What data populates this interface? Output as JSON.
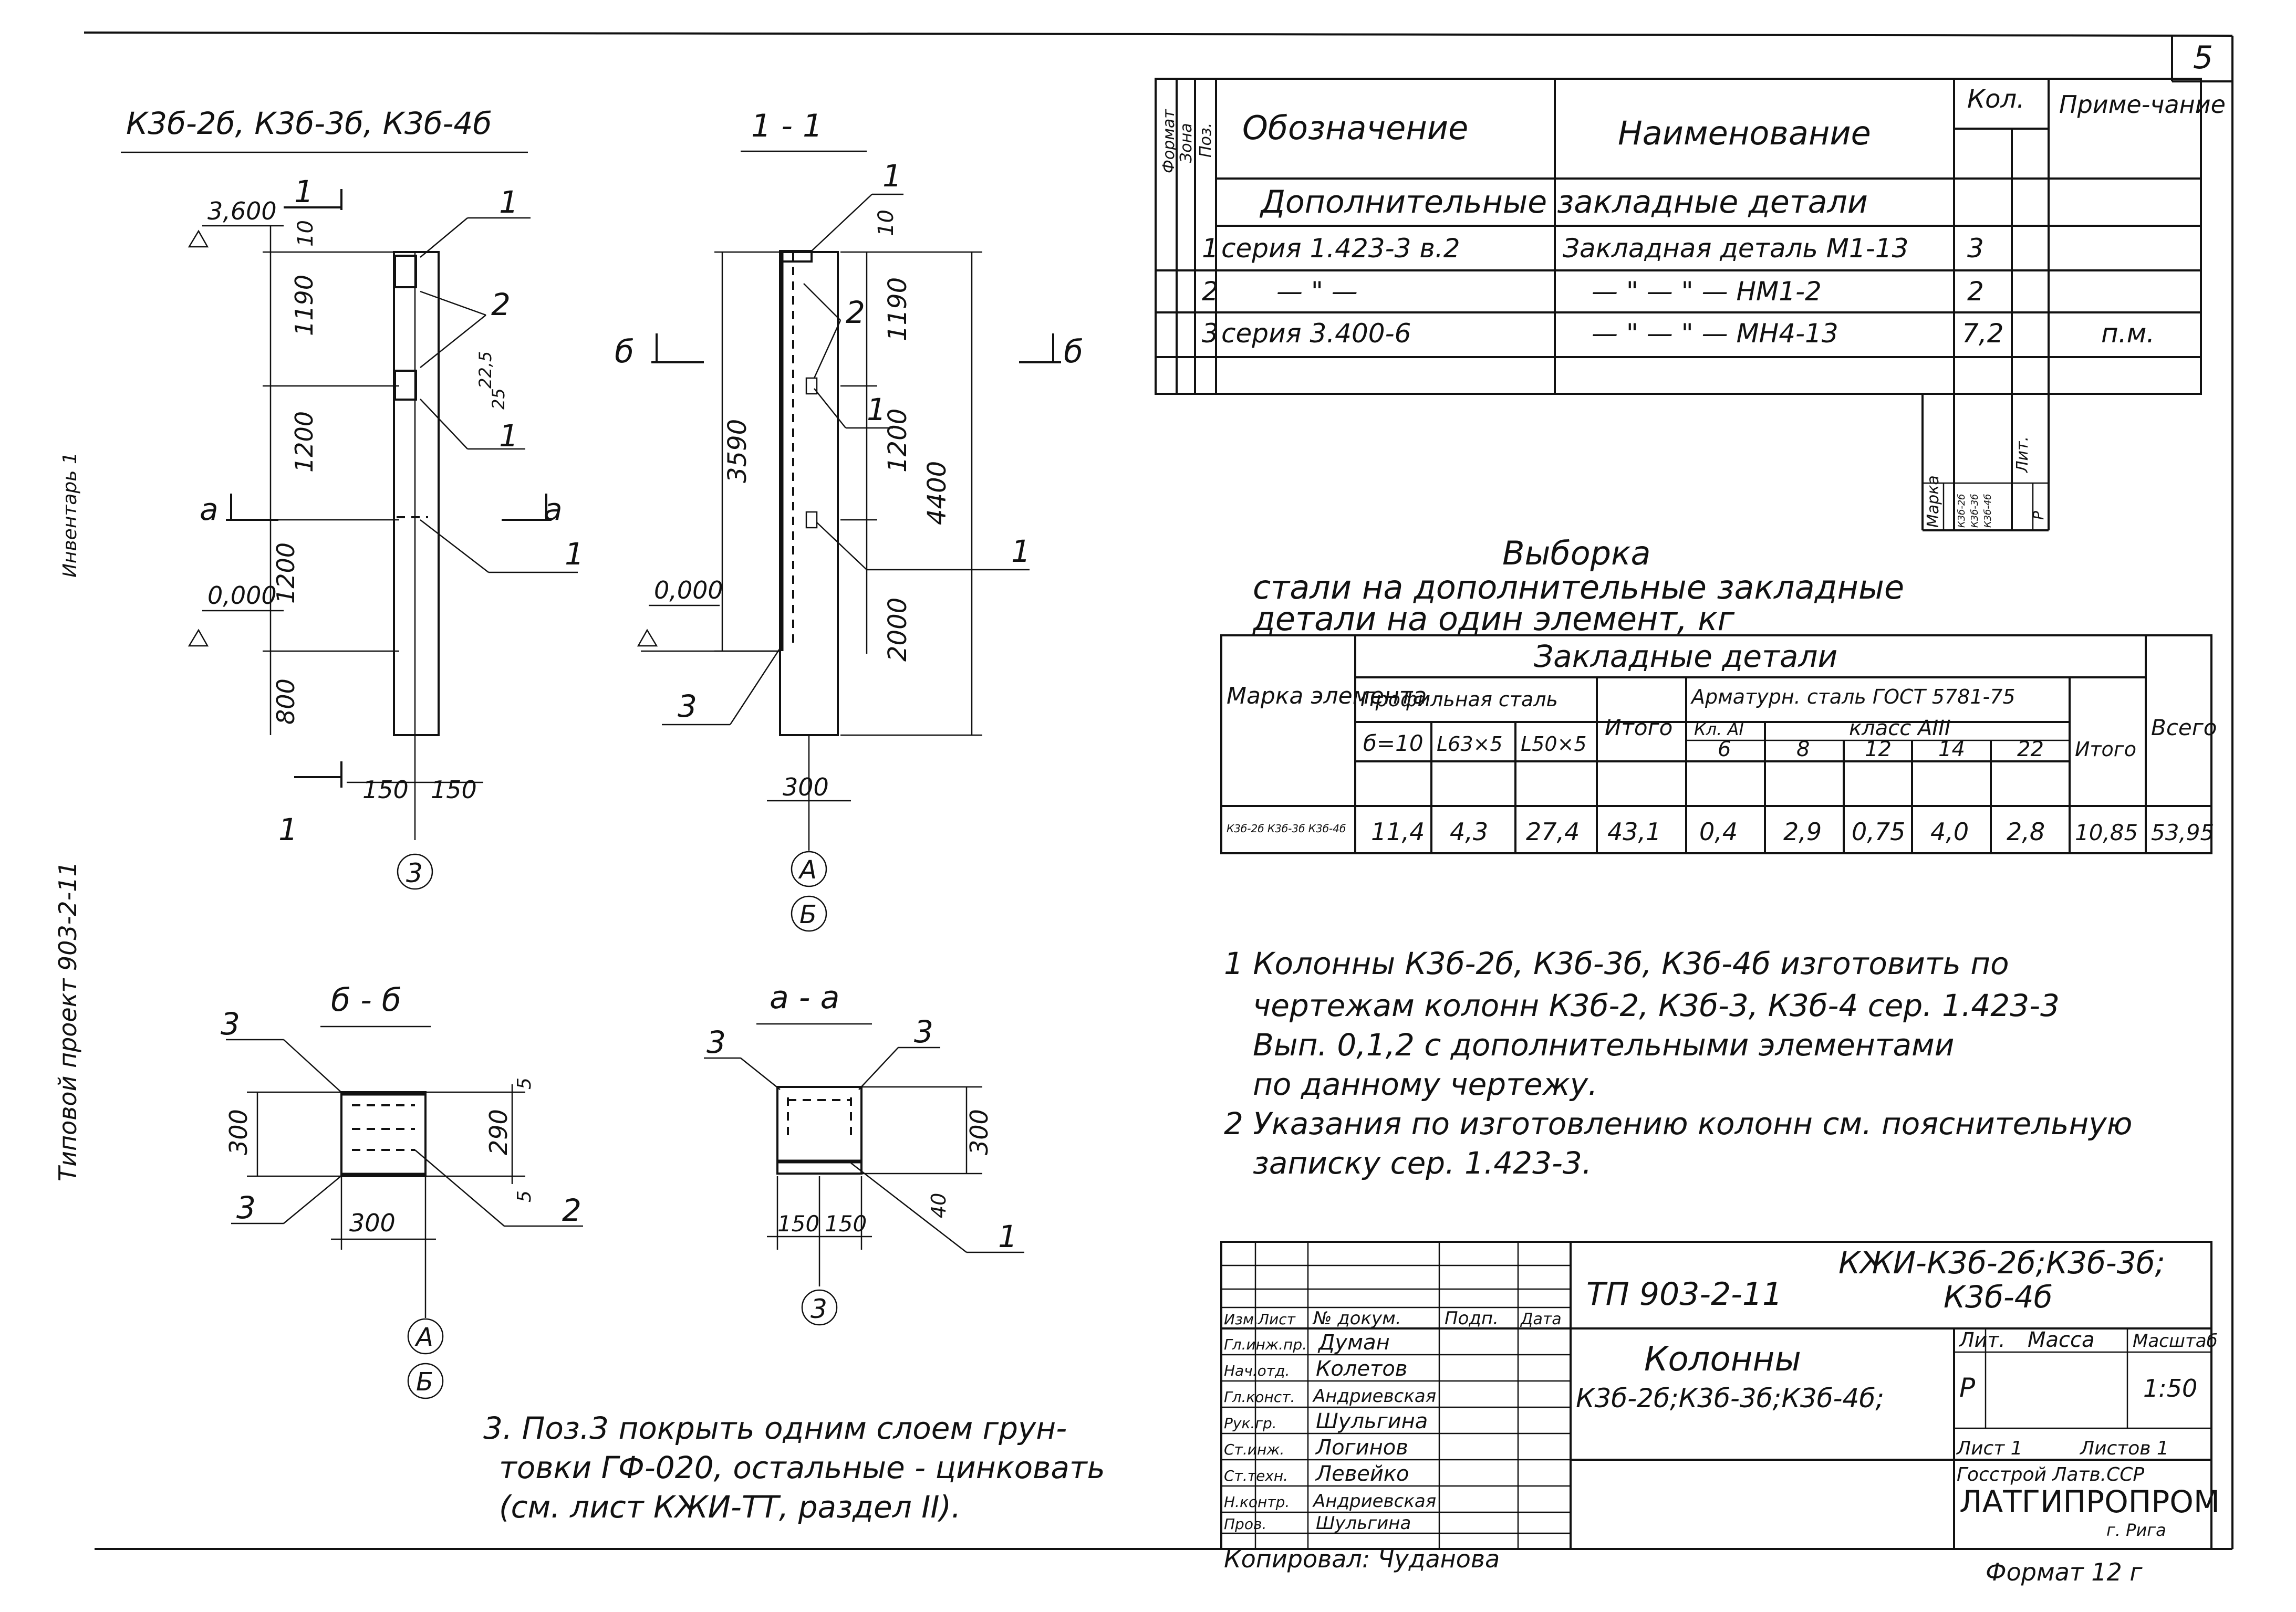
{
  "sheet_number": "5",
  "margin_texts": {
    "top": "Типовой проект 903-2-11",
    "bottom": "Копировал: Чуданова",
    "stamp_strip": "Инвентарь 1"
  },
  "views": {
    "elevation": {
      "title": "К3б-2б, К3б-3б, К3б-4б",
      "marks": [
        "3,600",
        "0,000"
      ],
      "dims": [
        "10",
        "1190",
        "1200",
        "1200",
        "800",
        "150",
        "150"
      ],
      "small_dims": [
        "22,5",
        "25"
      ],
      "callouts": [
        "1",
        "2",
        "1",
        "1"
      ],
      "section_marks": [
        "1",
        "1",
        "a",
        "a"
      ],
      "axis": "3"
    },
    "section_1_1": {
      "title": "1 - 1",
      "dims": [
        "10",
        "1190",
        "1200",
        "2000",
        "3590",
        "4400",
        "300"
      ],
      "marks": [
        "0,000"
      ],
      "callouts": [
        "1",
        "2",
        "1",
        "1",
        "3"
      ],
      "section_marks": [
        "б",
        "б"
      ],
      "axes": [
        "А",
        "Б"
      ]
    },
    "section_b_b": {
      "title": "б - б",
      "dims": [
        "300",
        "300",
        "290",
        "5",
        "5"
      ],
      "callouts": [
        "3",
        "3",
        "2"
      ],
      "axes": [
        "А",
        "Б"
      ]
    },
    "section_a_a": {
      "title": "а - а",
      "dims": [
        "300",
        "40",
        "150",
        "150"
      ],
      "callouts": [
        "3",
        "3",
        "1"
      ],
      "axis": "3"
    }
  },
  "spec_table": {
    "headers": {
      "format": "Формат",
      "zone": "Зона",
      "pos": "Поз.",
      "designation": "Обозначение",
      "name": "Наименование",
      "qty": "Кол.",
      "note": "Приме-чание"
    },
    "section_title": "Дополнительные закладные детали",
    "rows": [
      {
        "pos": "1",
        "designation": "серия 1.423-3 в.2",
        "name": "Закладная деталь М1-13",
        "qty": "3",
        "note": ""
      },
      {
        "pos": "2",
        "designation": "— \" —",
        "name": "— \" — \" — НМ1-2",
        "qty": "2",
        "note": ""
      },
      {
        "pos": "3",
        "designation": "серия 3.400-6",
        "name": "— \" — \" — МН4-13",
        "qty": "7,2",
        "note": "п.м."
      }
    ],
    "marks_block": {
      "label1": "Марка",
      "label2": "Лит.",
      "values": [
        "К3б-2б",
        "К3б-3б",
        "К3б-4б"
      ],
      "lit": "Р"
    }
  },
  "steel_sample": {
    "title_lines": [
      "Выборка",
      "стали на дополнительные закладные",
      "детали на один элемент, кг"
    ],
    "header": {
      "mark": "Марка элемента",
      "group": "Закладные детали",
      "profile_steel": "Профильная сталь",
      "profile_cols": [
        "б=10",
        "L63×5",
        "L50×5"
      ],
      "total_profile": "Итого",
      "rebar": "Арматурн. сталь ГОСТ 5781-75",
      "class_a1": "Кл. АI",
      "class_a3": "класс АIII",
      "diameters": [
        "6",
        "8",
        "12",
        "14",
        "22"
      ],
      "total_rebar": "Итого",
      "grand_total": "Всего"
    },
    "row": {
      "mark": "К3б-2б К3б-3б К3б-4б",
      "values": [
        "11,4",
        "4,3",
        "27,4",
        "43,1",
        "0,4",
        "2,9",
        "0,75",
        "4,0",
        "2,8",
        "10,85",
        "53,95"
      ]
    }
  },
  "notes": [
    "1 Колонны К3б-2б, К3б-3б, К3б-4б изготовить по",
    "чертежам колонн К3б-2, К3б-3, К3б-4 сер. 1.423-3",
    "Вып. 0,1,2 с дополнительными элементами",
    "по данному чертежу.",
    "2 Указания по изготовлению колонн см. пояснительную",
    "записку сер. 1.423-3."
  ],
  "note3": [
    "3. Поз.3 покрыть одним слоем грун-",
    "товки ГФ-020, остальные - цинковать",
    "(см. лист КЖИ-ТТ, раздел II)."
  ],
  "title_block": {
    "project": "ТП 903-2-11",
    "code": "КЖИ-К3б-2б;К3б-3б;",
    "code2": "К3б-4б",
    "title": "Колонны",
    "subtitle": "К3б-2б;К3б-3б;К3б-4б;",
    "cols_header": [
      "Изм.",
      "Лист",
      "№ докум.",
      "Подп.",
      "Дата"
    ],
    "staff": [
      {
        "role": "Гл.инж.пр.",
        "name": "Думан"
      },
      {
        "role": "Нач.отд.",
        "name": "Колетов"
      },
      {
        "role": "Гл.конст.",
        "name": "Андриевская"
      },
      {
        "role": "Рук.гр.",
        "name": "Шульгина"
      },
      {
        "role": "Ст.инж.",
        "name": "Логинов"
      },
      {
        "role": "Ст.техн.",
        "name": "Левейко"
      },
      {
        "role": "Н.контр.",
        "name": "Андриевская"
      },
      {
        "role": "Пров.",
        "name": "Шульгина"
      }
    ],
    "lit_header": "Лит.",
    "mass_header": "Масса",
    "scale_header": "Масштаб",
    "lit": "Р",
    "scale": "1:50",
    "sheet": "Лист 1",
    "sheets": "Листов 1",
    "org1": "Госстрой Латв.ССР",
    "org2": "ЛАТГИПРОПРОМ",
    "city": "г. Рига",
    "format": "Формат 12 г"
  }
}
